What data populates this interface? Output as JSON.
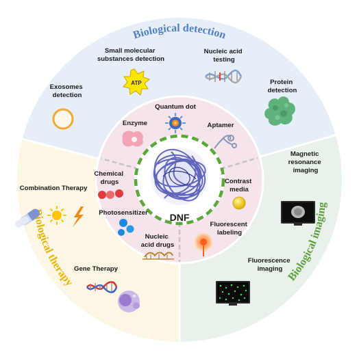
{
  "center": {
    "label": "DNF"
  },
  "sections": {
    "detection": {
      "title": "Biological detection",
      "color": "#4d7fc8"
    },
    "imaging": {
      "title": "Biological imaging",
      "color": "#5f9e3c"
    },
    "therapy": {
      "title": "Biological therapy",
      "color": "#e8b400"
    }
  },
  "outer_items": {
    "small_molecular": [
      "Small molecular",
      "substances detection"
    ],
    "atp_badge": "ATP",
    "nucleic_acid_testing": [
      "Nucleic acid",
      "testing"
    ],
    "exosomes": [
      "Exosomes",
      "detection"
    ],
    "protein": [
      "Protein",
      "detection"
    ],
    "mri": [
      "Magnetic",
      "resonance",
      "imaging"
    ],
    "fluorescence_imaging": [
      "Fluorescence",
      "imaging"
    ],
    "combination_therapy": [
      "Combination Therapy"
    ],
    "gene_therapy": [
      "Gene Therapy"
    ]
  },
  "inner_items": {
    "quantum_dot": [
      "Quantum dot"
    ],
    "enzyme": [
      "Enzyme"
    ],
    "aptamer": [
      "Aptamer"
    ],
    "chemical_drugs": [
      "Chemical",
      "drugs"
    ],
    "photosensitizer": [
      "Photosensitizer"
    ],
    "nucleic_acid_drugs": [
      "Nucleic",
      "acid drugs"
    ],
    "contrast_media": [
      "Contrast",
      "media"
    ],
    "fluorescent_labeling": [
      "Fluorescent",
      "labeling"
    ]
  },
  "colors": {
    "detection_bg": "#e6eef8",
    "imaging_bg": "#e8f1ea",
    "therapy_bg": "#fcf7e4",
    "inner_bg": "#f6e4ec",
    "dashed_ring": "#5aa838"
  }
}
